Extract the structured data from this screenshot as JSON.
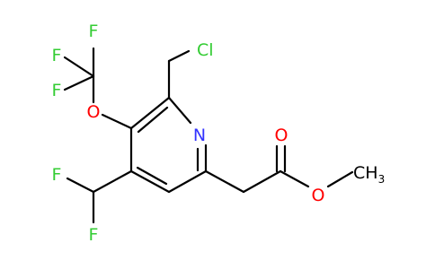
{
  "colors": {
    "background": "#ffffff",
    "bond": "#000000",
    "halogen": "#33cc33",
    "oxygen": "#ff0000",
    "nitrogen": "#3333ff",
    "carbon": "#000000"
  },
  "atoms": {
    "n1": {
      "symbol": "N",
      "color_key": "nitrogen"
    },
    "o_ether": {
      "symbol": "O",
      "color_key": "oxygen"
    },
    "o_carbonyl": {
      "symbol": "O",
      "color_key": "oxygen"
    },
    "o_ester": {
      "symbol": "O",
      "color_key": "oxygen"
    },
    "cl": {
      "symbol": "Cl",
      "color_key": "halogen"
    },
    "f_cf3_top": {
      "symbol": "F",
      "color_key": "halogen"
    },
    "f_cf3_left_upper": {
      "symbol": "F",
      "color_key": "halogen"
    },
    "f_cf3_left_lower": {
      "symbol": "F",
      "color_key": "halogen"
    },
    "f_chf2_upper": {
      "symbol": "F",
      "color_key": "halogen"
    },
    "f_chf2_lower": {
      "symbol": "F",
      "color_key": "halogen"
    },
    "methyl": {
      "symbol": "CH",
      "subscript": "3",
      "color_key": "carbon"
    }
  }
}
